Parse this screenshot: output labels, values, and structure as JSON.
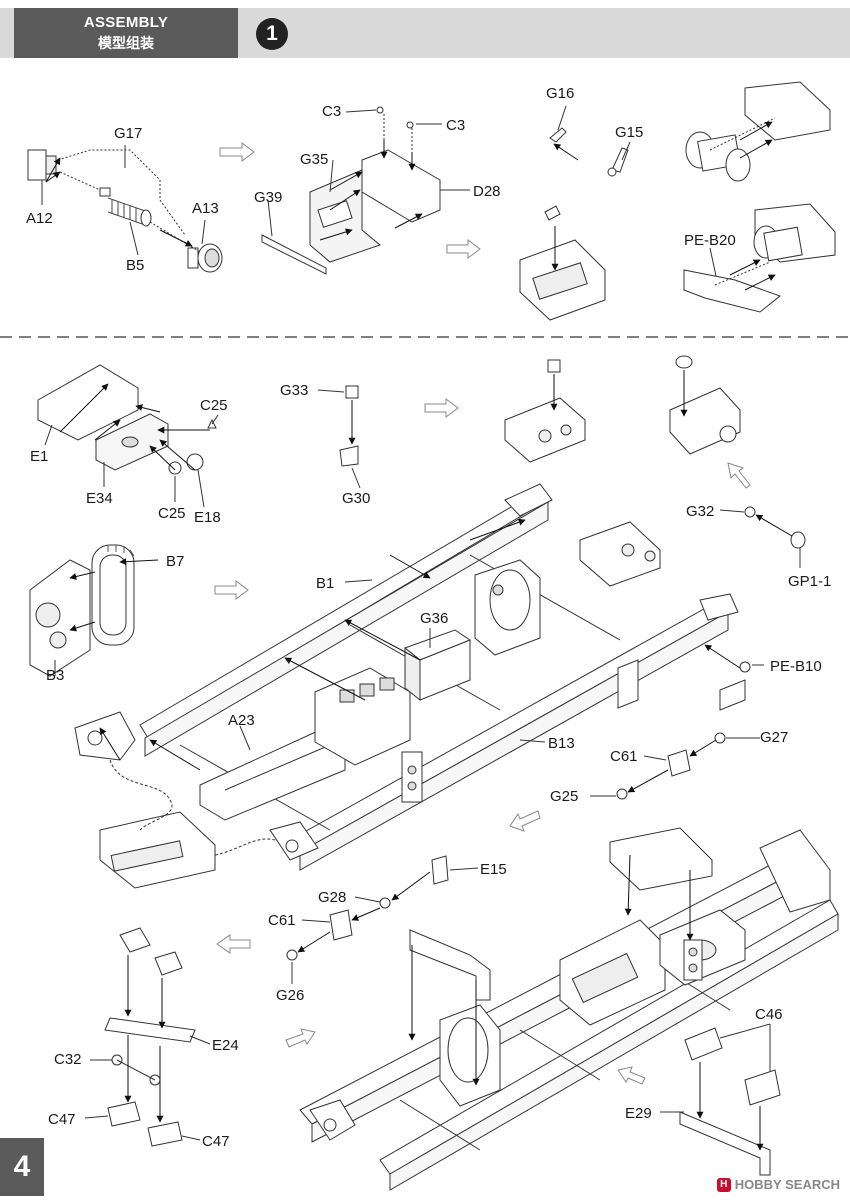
{
  "header": {
    "title_en": "ASSEMBLY",
    "title_zh": "模型组装",
    "step_number": "1"
  },
  "page_number": "4",
  "watermark": {
    "icon": "H",
    "text": "HOBBY SEARCH"
  },
  "part_labels": {
    "g17": "G17",
    "a12": "A12",
    "b5": "B5",
    "a13": "A13",
    "c3a": "C3",
    "c3b": "C3",
    "g35": "G35",
    "d28": "D28",
    "g39": "G39",
    "g16": "G16",
    "g15": "G15",
    "peb20": "PE-B20",
    "g33": "G33",
    "c25a": "C25",
    "e1": "E1",
    "e34": "E34",
    "c25b": "C25",
    "e18": "E18",
    "g30": "G30",
    "g32": "G32",
    "gp11": "GP1-1",
    "b7": "B7",
    "b1": "B1",
    "g36": "G36",
    "b3": "B3",
    "peb10": "PE-B10",
    "a23": "A23",
    "b13": "B13",
    "g27": "G27",
    "c61a": "C61",
    "g25": "G25",
    "e15": "E15",
    "g28": "G28",
    "c61b": "C61",
    "g26": "G26",
    "e24": "E24",
    "c32": "C32",
    "c46": "C46",
    "c47a": "C47",
    "e29": "E29",
    "c47b": "C47"
  }
}
